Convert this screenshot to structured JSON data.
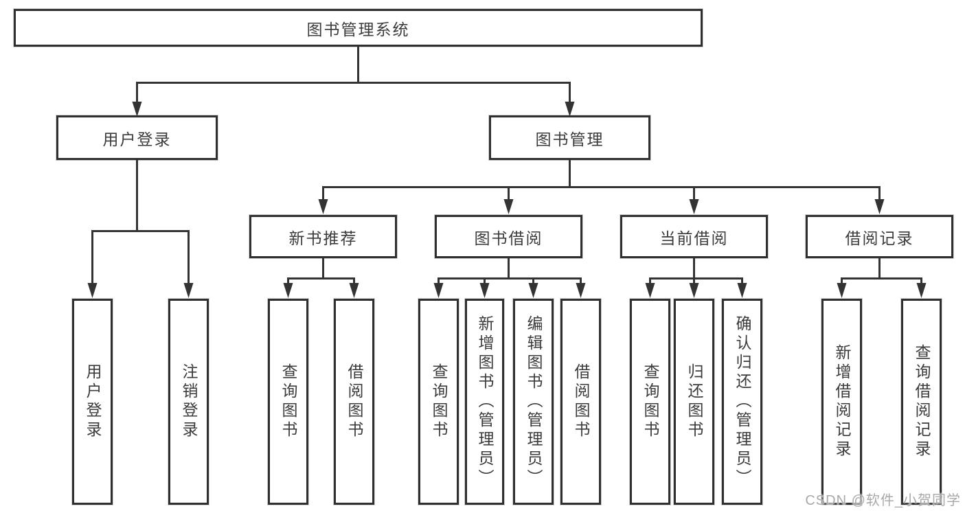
{
  "tree": {
    "root": {
      "label": "图书管理系统",
      "children": [
        {
          "label": "用户登录",
          "children": [
            {
              "label": "用户登录"
            },
            {
              "label": "注销登录"
            }
          ]
        },
        {
          "label": "图书管理",
          "children": [
            {
              "label": "新书推荐",
              "children": [
                {
                  "label": "查询图书"
                },
                {
                  "label": "借阅图书"
                }
              ]
            },
            {
              "label": "图书借阅",
              "children": [
                {
                  "label": "查询图书"
                },
                {
                  "label": "新增图书（管理员）"
                },
                {
                  "label": "编辑图书（管理员）"
                },
                {
                  "label": "借阅图书"
                }
              ]
            },
            {
              "label": "当前借阅",
              "children": [
                {
                  "label": "查询图书"
                },
                {
                  "label": "归还图书"
                },
                {
                  "label": "确认归还（管理员）"
                }
              ]
            },
            {
              "label": "借阅记录",
              "children": [
                {
                  "label": "新增借阅记录"
                },
                {
                  "label": "查询借阅记录"
                }
              ]
            }
          ]
        }
      ]
    }
  },
  "watermark": {
    "text": "CSDN @软件_小贺同学"
  },
  "colors": {
    "line": "#333333",
    "box_border": "#2f2f2f",
    "text": "#3b3b3b",
    "background": "#ffffff",
    "watermark": "#a8a8a8"
  }
}
